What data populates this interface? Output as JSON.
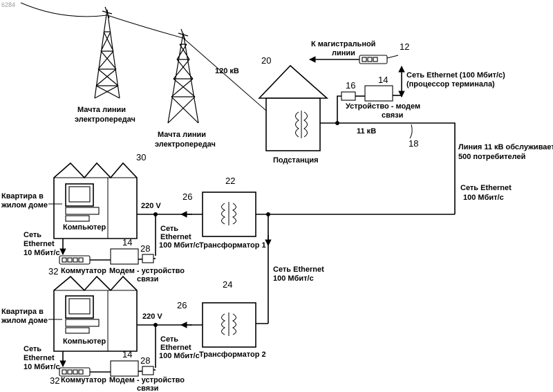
{
  "corner_id": "6284",
  "numbers": {
    "n12": "12",
    "n14": "14",
    "n16": "16",
    "n18": "18",
    "n20": "20",
    "n22": "22",
    "n24": "24",
    "n26": "26",
    "n28": "28",
    "n30": "30",
    "n32": "32"
  },
  "labels": {
    "tower1": [
      "Мачта линии",
      "электропередач"
    ],
    "tower2": [
      "Мачта линии",
      "электропередач"
    ],
    "kv120": "120 кВ",
    "backbone": [
      "К магистральной",
      "линии"
    ],
    "ethernet_terminal": [
      "Сеть Ethernet (100 Мбит/с)",
      "(процессор терминала)"
    ],
    "modem_top": [
      "Устройство - модем",
      "связи"
    ],
    "kv11": "11 кВ",
    "substation": "Подстанция",
    "line11kv": [
      "Линия 11 кВ  обслуживает",
      "500 потребителей"
    ],
    "eth100_right": [
      "Сеть Ethernet",
      "100 Мбит/с"
    ],
    "apt": [
      "Квартира в",
      "жилом доме"
    ],
    "computer": "Компьютер",
    "v220": "220 V",
    "eth100_mid": [
      "Сеть",
      "Ethernet",
      "100 Мбит/с"
    ],
    "eth10": [
      "Сеть",
      "Ethernet",
      "10 Мбит/с"
    ],
    "switch": "Коммутатор",
    "modem_bottom": [
      "Модем - устройство",
      "связи"
    ],
    "transformer1": "Трансформатор 1",
    "transformer2": "Трансформатор 2",
    "eth100_vert": [
      "Сеть Ethernet",
      "100 Мбит/с"
    ]
  }
}
